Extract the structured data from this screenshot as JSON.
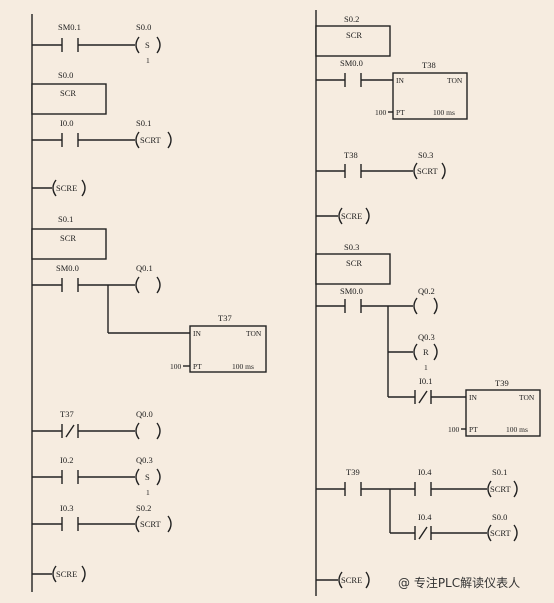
{
  "left": {
    "net1": {
      "contact": "SM0.1",
      "coil_addr": "S0.0",
      "coil_type": "S",
      "coil_n": "1"
    },
    "scr1": {
      "addr": "S0.0",
      "box": "SCR"
    },
    "net2": {
      "contact": "I0.0",
      "coil_addr": "S0.1",
      "coil_type": "SCRT"
    },
    "scre1": "SCRE",
    "scr2": {
      "addr": "S0.1",
      "box": "SCR"
    },
    "net3": {
      "contact": "SM0.0",
      "coil_addr": "Q0.1",
      "coil_type": "",
      "timer": {
        "name": "T37",
        "in": "IN",
        "type": "TON",
        "pt_value": "100",
        "pt": "PT",
        "unit": "100 ms"
      }
    },
    "net4": {
      "contact": "T37",
      "contact_type": "/",
      "coil_addr": "Q0.0",
      "coil_type": ""
    },
    "net5": {
      "contact": "I0.2",
      "coil_addr": "Q0.3",
      "coil_type": "S",
      "coil_n": "1"
    },
    "net6": {
      "contact": "I0.3",
      "coil_addr": "S0.2",
      "coil_type": "SCRT"
    },
    "scre2": "SCRE"
  },
  "right": {
    "scr1": {
      "addr": "S0.2",
      "box": "SCR"
    },
    "net1": {
      "contact": "SM0.0",
      "timer": {
        "name": "T38",
        "in": "IN",
        "type": "TON",
        "pt_value": "100",
        "pt": "PT",
        "unit": "100 ms"
      }
    },
    "net2": {
      "contact": "T38",
      "coil_addr": "S0.3",
      "coil_type": "SCRT"
    },
    "scre1": "SCRE",
    "scr2": {
      "addr": "S0.3",
      "box": "SCR"
    },
    "net3": {
      "contact": "SM0.0",
      "coil_addr": "Q0.2",
      "coil_type": "",
      "coil2_addr": "Q0.3",
      "coil2_type": "R",
      "coil2_n": "1",
      "contact2": "I0.1",
      "contact2_type": "/",
      "timer": {
        "name": "T39",
        "in": "IN",
        "type": "TON",
        "pt_value": "100",
        "pt": "PT",
        "unit": "100 ms"
      }
    },
    "net4": {
      "contact": "T39",
      "contact_a": "I0.4",
      "coil_a_addr": "S0.1",
      "coil_a_type": "SCRT",
      "contact_b": "I0.4",
      "contact_b_type": "/",
      "coil_b_addr": "S0.0",
      "coil_b_type": "SCRT"
    },
    "scre2": "SCRE"
  },
  "watermark": "@ 专注PLC解读仪表人"
}
